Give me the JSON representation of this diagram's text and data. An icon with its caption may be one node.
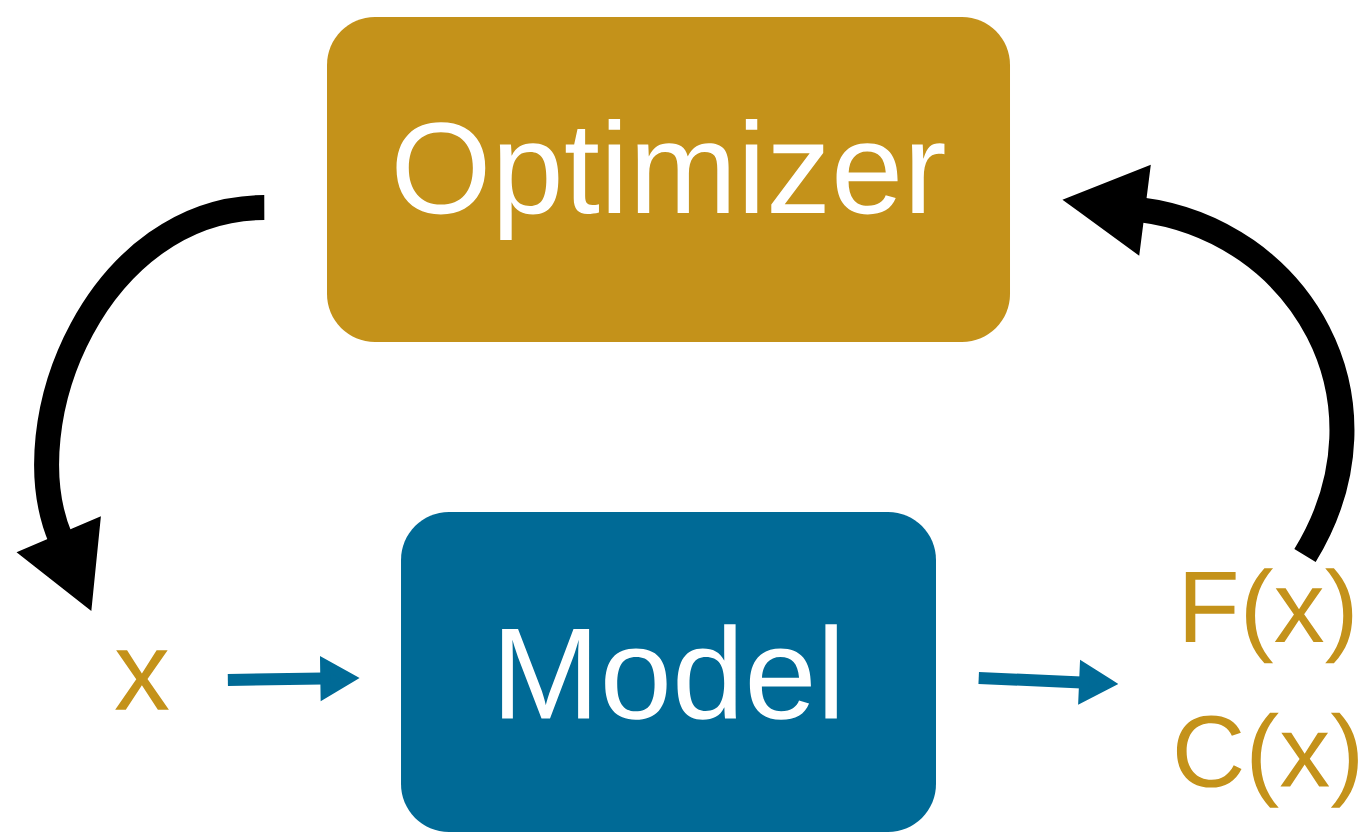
{
  "diagram": {
    "nodes": [
      {
        "text": [
          "Optimizer"
        ]
      },
      {
        "text": [
          "Model"
        ]
      },
      {
        "text": [
          "x"
        ]
      },
      {
        "text": [
          "F(x)",
          "C(x)"
        ]
      }
    ],
    "edges": [
      {
        "from": 0,
        "to": 2,
        "arrow": "to",
        "style": "thick",
        "color": "#000000"
      },
      {
        "from": 2,
        "to": 1,
        "arrow": "to",
        "color": "#006a96"
      },
      {
        "from": 1,
        "to": 3,
        "arrow": "to",
        "color": "#006a96"
      },
      {
        "from": 3,
        "to": 0,
        "arrow": "to",
        "style": "thick",
        "color": "#000000"
      }
    ]
  }
}
